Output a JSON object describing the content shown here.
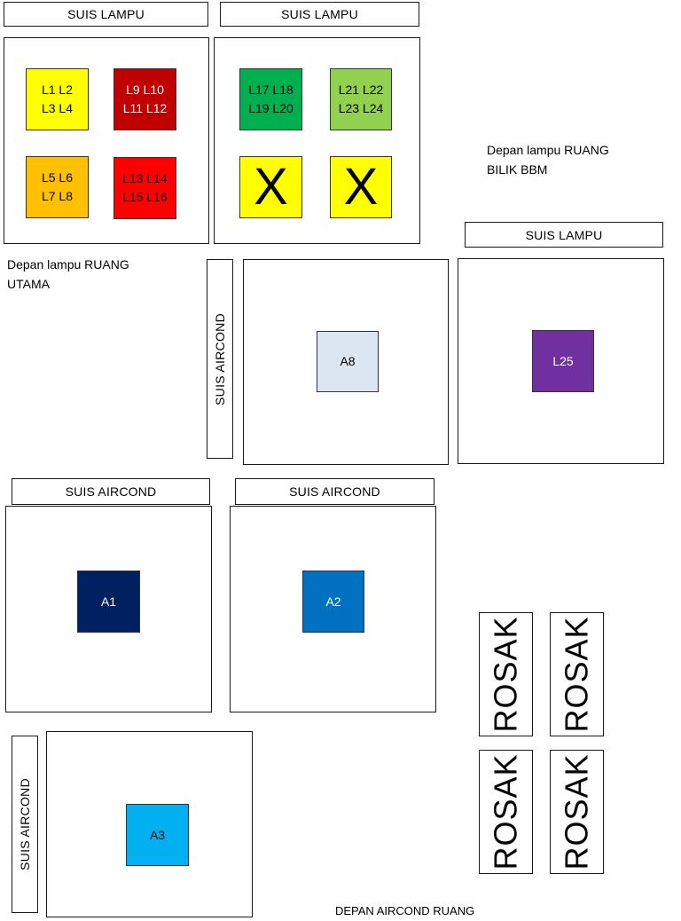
{
  "labels": {
    "suis_lampu": "SUIS LAMPU",
    "suis_aircond": "SUIS AIRCOND",
    "rosak": "ROSAK"
  },
  "notes": {
    "ruang_bilik_bbm": "Depan lampu RUANG\nBILIK BBM",
    "ruang_utama": "Depan lampu RUANG\nUTAMA",
    "bottom_cut": "DEPAN AIRCOND RUANG"
  },
  "panel1": {
    "s1": {
      "text": "L1 L2\nL3 L4",
      "color": "#ffff00"
    },
    "s2": {
      "text": "L9 L10\nL11 L12",
      "color": "#c00000"
    },
    "s3": {
      "text": "L5 L6\nL7 L8",
      "color": "#ffc000"
    },
    "s4": {
      "text": "L13 L14\nL15 L16",
      "color": "#ff0000"
    }
  },
  "panel2": {
    "s1": {
      "text": "L17 L18\nL19 L20",
      "color": "#00b050"
    },
    "s2": {
      "text": "L21 L22\nL23 L24",
      "color": "#92d050"
    },
    "s3": {
      "text": "X",
      "color": "#ffff00"
    },
    "s4": {
      "text": "X",
      "color": "#ffff00"
    }
  },
  "units": {
    "a8": {
      "text": "A8",
      "color": "#dce6f2"
    },
    "l25": {
      "text": "L25",
      "color": "#7030a0"
    },
    "a1": {
      "text": "A1",
      "color": "#002060"
    },
    "a2": {
      "text": "A2",
      "color": "#0070c0"
    },
    "a3": {
      "text": "A3",
      "color": "#00b0f0"
    }
  }
}
